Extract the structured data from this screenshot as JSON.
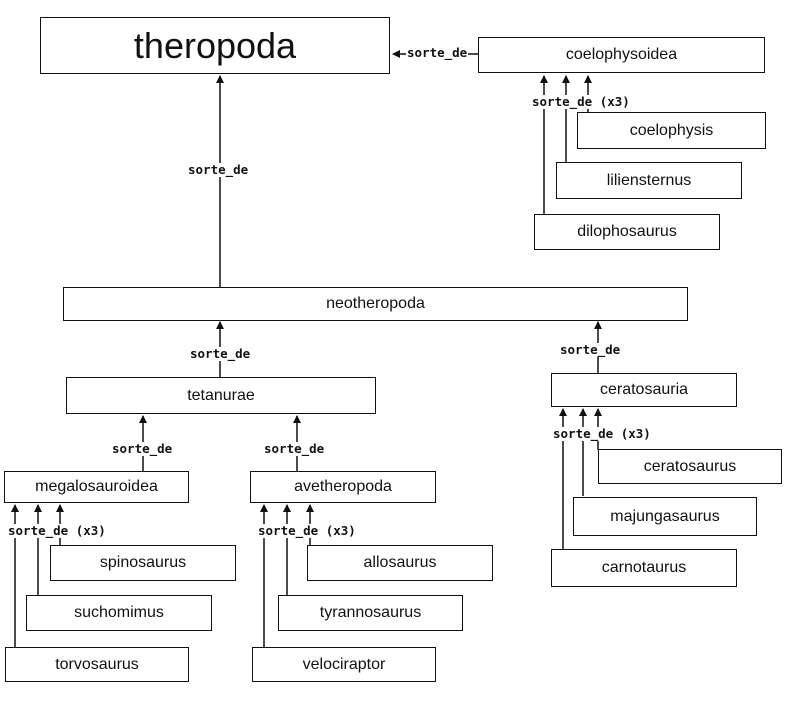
{
  "nodes": {
    "theropoda": "theropoda",
    "coelophysoidea": "coelophysoidea",
    "coelophysis": "coelophysis",
    "liliensternus": "liliensternus",
    "dilophosaurus": "dilophosaurus",
    "neotheropoda": "neotheropoda",
    "tetanurae": "tetanurae",
    "ceratosauria": "ceratosauria",
    "megalosauroidea": "megalosauroidea",
    "avetheropoda": "avetheropoda",
    "ceratosaurus": "ceratosaurus",
    "majungasaurus": "majungasaurus",
    "carnotaurus": "carnotaurus",
    "spinosaurus": "spinosaurus",
    "suchomimus": "suchomimus",
    "torvosaurus": "torvosaurus",
    "allosaurus": "allosaurus",
    "tyrannosaurus": "tyrannosaurus",
    "velociraptor": "velociraptor"
  },
  "edge_labels": {
    "coelophysoidea_to_theropoda": "sorte_de",
    "neotheropoda_to_theropoda": "sorte_de",
    "coelophysoidea_children": "sorte_de (x3)",
    "tetanurae_to_neotheropoda": "sorte_de",
    "ceratosauria_to_neotheropoda": "sorte_de",
    "megalosauroidea_to_tetanurae": "sorte_de",
    "avetheropoda_to_tetanurae": "sorte_de",
    "ceratosauria_children": "sorte_de (x3)",
    "megalosauroidea_children": "sorte_de (x3)",
    "avetheropoda_children": "sorte_de (x3)"
  }
}
